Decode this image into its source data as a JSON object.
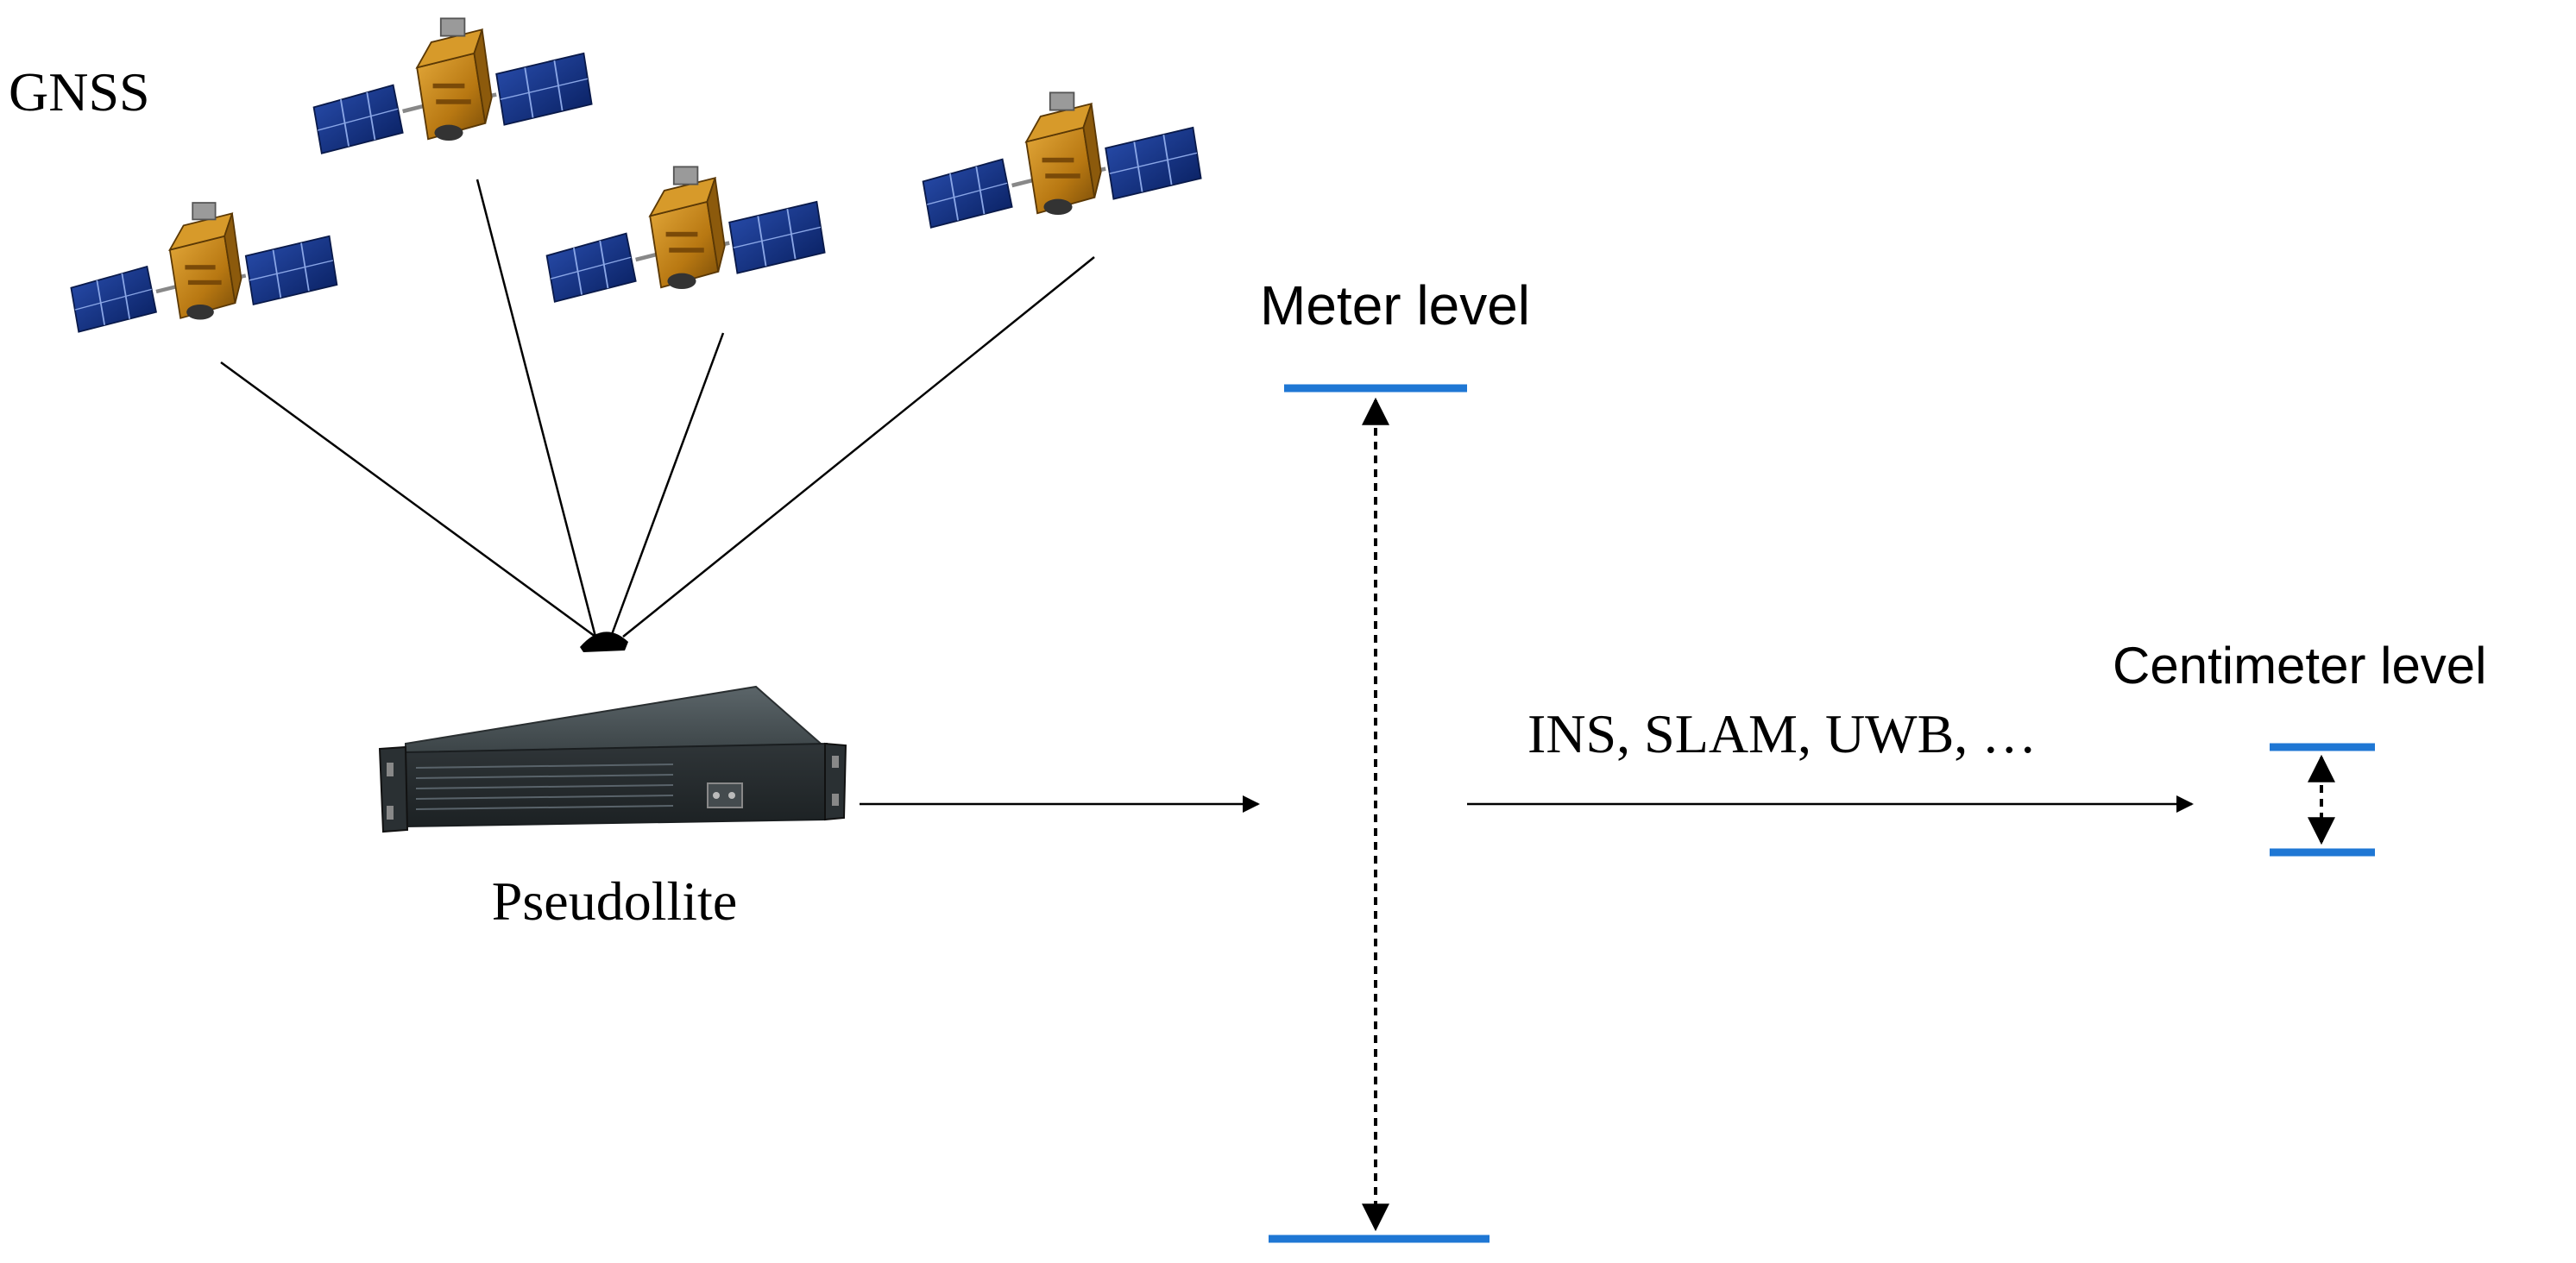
{
  "labels": {
    "gnss": "GNSS",
    "pseudollite": "Pseudollite",
    "meter_level": "Meter level",
    "centimeter_level": "Centimeter level",
    "methods": "INS, SLAM, UWB, …"
  },
  "colors": {
    "level_bar": "#1f77d4",
    "panel_blue": "#0c2f86",
    "satellite_body": "#c98a1a",
    "server_case": "#3b4347",
    "line": "#000000"
  },
  "icons": {
    "satellite": "satellite-icon",
    "receiver": "gnss-antenna-icon",
    "pseudollite": "rack-server-icon"
  }
}
